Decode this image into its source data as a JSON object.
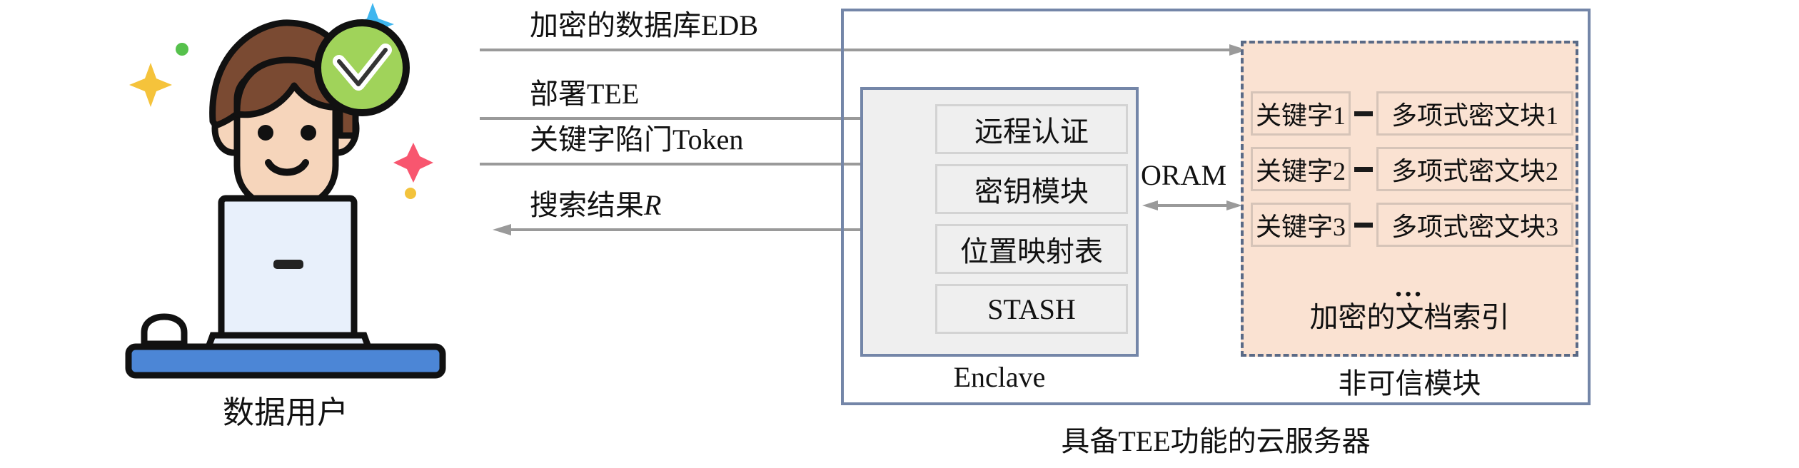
{
  "figure": {
    "caption_user": "数据用户",
    "caption_server": "具备TEE功能的云服务器"
  },
  "flows": [
    {
      "id": "edb",
      "label": "加密的数据库EDB",
      "direction": "right"
    },
    {
      "id": "tee",
      "label": "部署TEE",
      "direction": "right"
    },
    {
      "id": "token",
      "label": "关键字陷门Token",
      "direction": "right"
    },
    {
      "id": "result",
      "label_prefix": "搜索结果",
      "label_italic": "R",
      "direction": "left"
    }
  ],
  "enclave": {
    "title": "Enclave",
    "modules": [
      {
        "label": "远程认证"
      },
      {
        "label": "密钥模块"
      },
      {
        "label": "位置映射表"
      },
      {
        "label": "STASH"
      }
    ]
  },
  "oram": {
    "label": "ORAM",
    "direction": "bidirectional"
  },
  "untrusted": {
    "title": "非可信模块",
    "index_title": "加密的文档索引",
    "ellipsis": "…",
    "rows": [
      {
        "keyword": "关键字1",
        "block": "多项式密文块1"
      },
      {
        "keyword": "关键字2",
        "block": "多项式密文块2"
      },
      {
        "keyword": "关键字3",
        "block": "多项式密文块3"
      }
    ]
  },
  "user_icon": {
    "name": "verified-data-user-avatar",
    "badge": "check-circle",
    "colors": {
      "skin": "#F6D5BB",
      "hair": "#7A4A32",
      "badge_green": "#A0D35A",
      "sleeve": "#52C5ED",
      "shirt": "#9FD9F2",
      "laptop": "#E8F0FB",
      "desk": "#4C86D6",
      "sparkle_yellow": "#F5C33B",
      "sparkle_pink": "#F8566F",
      "sparkle_blue": "#3FB6EF",
      "dot_green": "#56C14C",
      "dot_yellow": "#F3C33C"
    }
  },
  "palette": {
    "box_border": "#7486a8",
    "enclave_fill": "#efefef",
    "untrusted_fill": "#fae2d2",
    "untrusted_border": "#5a6a86",
    "arrow_gray": "#9a9a9a",
    "cell_border": "#d6c4b8"
  }
}
